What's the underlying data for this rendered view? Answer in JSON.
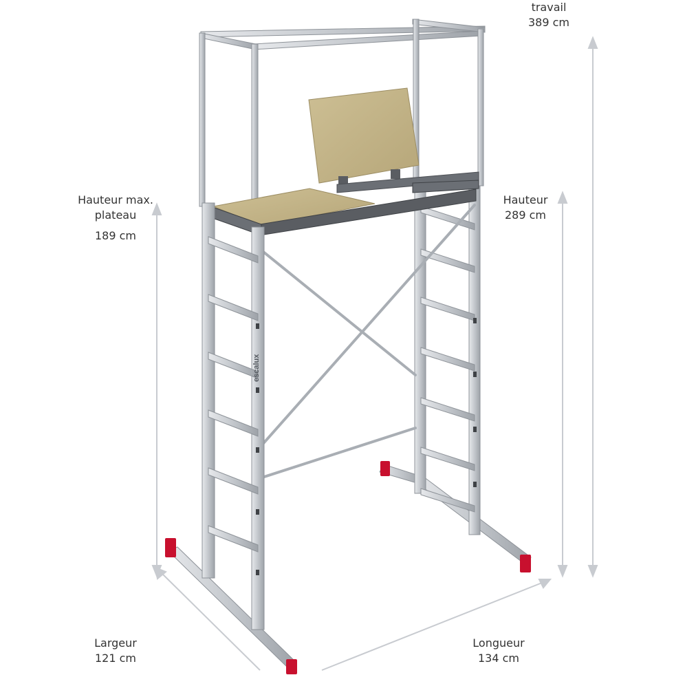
{
  "labels": {
    "working_height": {
      "line1": "travail",
      "line2": "389 cm"
    },
    "platform_height": {
      "line1": "Hauteur max.",
      "line2": "plateau",
      "line3": "189 cm"
    },
    "height": {
      "line1": "Hauteur",
      "line2": "289 cm"
    },
    "width": {
      "line1": "Largeur",
      "line2": "121 cm"
    },
    "length": {
      "line1": "Longueur",
      "line2": "134 cm"
    },
    "brand": "escalux"
  },
  "colors": {
    "aluminium": "#c9ccd0",
    "aluminium_dark": "#8d9298",
    "platform": "#c9b98a",
    "platform_dark": "#5a5d62",
    "foot": "#c8102e",
    "dimension_line": "#c8cbd0",
    "text": "#333333"
  }
}
